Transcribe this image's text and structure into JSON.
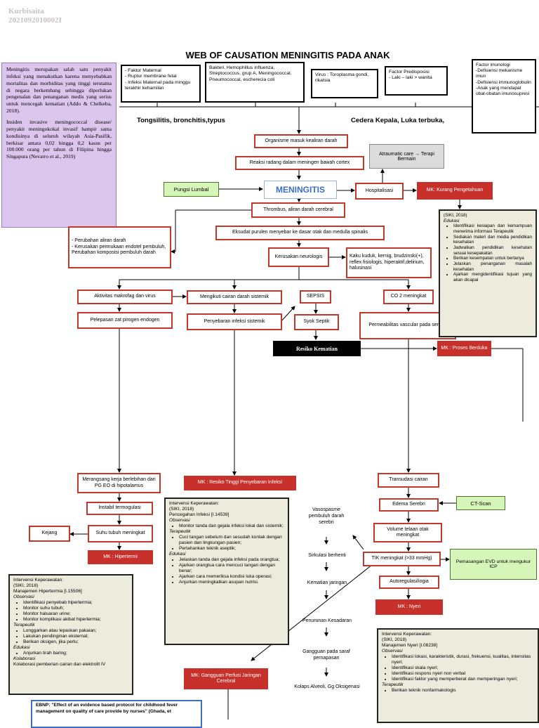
{
  "watermark": [
    "Kurbisaita",
    "2021092010002I"
  ],
  "title": "WEB OF CAUSATION MENINGITIS PADA ANAK",
  "intro": {
    "p1": "Meningitis merupakan salah satu penyakit infeksi yang menakutkan karena menyebabkan mortalitas dan morbiditas yang tinggi terutama di negara berkembang sehingga diperlukan pengenalan dan penanganan medis yang serius untuk mencegah kematian (Addo & Chelkeba, 2018).",
    "p2": "Insiden invasive meningococcal disease/ penyakit meningokokal invasif hampir sama kondisinya di seluruh wilayah Asia-Pasifik, berkisar antara 0,02 hingga 0,2 kasus per 100.000 orang per tahun di Filipina hingga Singapura (Nevarro et al., 2019)"
  },
  "causes": {
    "maternal": "- Faktor Maternal\n- Ruptur membrane fetal\n- Infeksi Maternal pada minggu terakhir kehamilan",
    "bacteria": "Bakteri, Hemophillus influenza, Streptococcus, grup A, Meningococcal, Pneumococcal, escherecia coli",
    "virus": "Virus : Toroplasma gondi, rikatsia",
    "predisposisi": "Factor Predisposisi\n- Laki – laki > wanita",
    "imunologi": "Factor imunologi\n-Defisiensi mekanisme imun\n-Defisiensi immunoglobulin\n-Anak yang mendapat obat-obatan imunosupresi"
  },
  "tongsilitis": "Tongsilitis, bronchitis,typus",
  "cedera": "Cedera Kepala, Luka terbuka,",
  "flow": {
    "organisme": "Organisme masuk kealiran darah",
    "reaksi": "Reaksi radang dalam meningen bawah cortex",
    "atraumatic": "Atraumatic care → Terapi Bermain",
    "pungsi": "Pungsi Lumbal",
    "meningitis": "MENINGITIS",
    "hospitalisasi": "Hospitalisasi",
    "mk_pengetahuan": "MK: Kurang Pengetahuan",
    "thrombus": "Thrombus, aliran darah cerebral",
    "perubahan": "- Perubahan aliran darah\n- Kerusakan permukaan endotel pembuluh, Perubahan komposisi pembuluh darah",
    "eksudat": "Eksudat purulen menyebar ke dasar otak dan medulla spinalis",
    "kerusakan": "Kerusakan neurologis",
    "kaku": "Kaku kuduk, kernig, brudzinski(+), reflex fisiologis, hiperaktif,delirium, halusinasi",
    "aktivitas": "Aktivitas makrofag dan virus",
    "mengikuti": "Mengikuti cairan darah sistemik",
    "sepsis": "SEPSIS",
    "co2": "CO 2 meningkat",
    "pelepasan": "Pelepasan zat pirogen endogen",
    "penyebaran": "Penyebaran infeksi sistemik",
    "syok": "Syok Septik",
    "permeabilitas": "Permeabilitas vascular pada serebri",
    "resiko_kematian": "Resiko Kematian",
    "mk_berduka": "MK : Proses Berduka",
    "merangsang": "Merangsang kerja berlebihan dari PG EO di hipotalamus",
    "mk_resiko": "MK : Resiko Tinggi Penyebaran Infeksi",
    "transudasi": "Transudasi cairan",
    "instabil": "Instabil termogulasi",
    "edema": "Edema Serebri",
    "ctscan": "CT-Scan",
    "kejang": "Kejang",
    "suhu": "Suhu tubuh meningkat",
    "volume": "Volume telaan otak meningkat",
    "tik": "TIK meningkat (>33 mmHg)",
    "evd": "Pemasangan EVD untuk mengukur ICP",
    "mk_hipertermi": "MK : Hipertermi",
    "autoregulasi": "Autoregulasi/iogia",
    "mk_nyeri": "MK : Nyeri",
    "mk_perfusi": "MK: Gangguan Perfusi Jaringan Cerebral",
    "vasospasme": "Vasospasme pembuluh darah serebri",
    "sirkulasi": "Sirkulasi berhenti",
    "kematian_jaringan": "Kematian jaringan",
    "penurunan": "Penurunan Kesadaran",
    "gangguan_saraf": "Gangguan pada saraf pernapasan",
    "kolaps": "Kolaps Alveoli, Gg Oksigenasi"
  },
  "siki_pengetahuan": {
    "head": "(SIKI, 2018)",
    "sub": "Edukasi",
    "items": [
      "Identifikasi kesiapan dan kemampuan menerima informasi Terapeutik",
      "Sediakan materi dan media pendidikan kesehatan",
      "Jadwalkan pendidikan kesehatan sesuai kesepakatan",
      "Berikan kesempatan untuk bertanya",
      "Jelaskan penanganan masalah kesehatan",
      "Ajarkan mengidentifikasi tujuan yang akan dicapai"
    ]
  },
  "intervensi_infeksi": {
    "h1": "Intervensi Keperawatan:",
    "h2": "(SIKI, 2018)",
    "h3": "Pencegahan Infeksi [I.14539]",
    "s1": "Observasi",
    "obs": [
      "Monitor tanda dan gejala infeksi lokal dan sistemik;"
    ],
    "s2": "Terapeutik",
    "ter": [
      "Cuci tangan sebelum dan sesudah kontak dengan pasien dan lingkungan pasien;",
      "Pertahankan teknik aseptik;"
    ],
    "s3": "Edukasi",
    "edu": [
      "Jelaskan tanda dan gejala infeksi pada orangtua;",
      "Ajarkan orangtua cara mencuci tangan dengan benar;",
      "Ajarkan cara memeriksa kondisi luka operasi;",
      "Anjurkan meningkatkan asupan nutrisi."
    ]
  },
  "intervensi_hipertermi": {
    "h1": "Intervensi Keperawatan:",
    "h2": "(SIKI, 2018)",
    "h3": "Manajemen Hipertermia [I.15506]",
    "s1": "Observasi",
    "obs": [
      "Identifikasi penyebab hipertermia;",
      "Monitor suhu tubuh;",
      "Monitor haluaran urine;",
      "Monitor komplikasi akibat hipertermia;"
    ],
    "s2": "Terapeutik",
    "ter": [
      "Longgarkan atau lepaskan pakaian;",
      "Lakukan pendinginan eksternal;",
      "Berikan oksigen, jika perlu;"
    ],
    "s3": "Edukasi",
    "edu": [
      "Anjurkan tirah baring;"
    ],
    "s4": "Kolaborasi",
    "kol": "Kolaborasi pemberian cairan dan elektrolit IV"
  },
  "intervensi_nyeri": {
    "h1": "Intervensi Keperawatan:",
    "h2": "(SIKI, 2018)",
    "h3": "Manajemen Nyeri [I.08238]",
    "s1": "Observasi",
    "obs": [
      "Identifikasi lokasi, karakteristik, durasi, frekuensi, kualitas, intensitas nyeri;",
      "Identifikasi skala nyeri;",
      "Identifikasi respons nyeri non verbal",
      "Identifikasi faktor yang memperberat dan memperingan nyeri;"
    ],
    "s2": "Terapeutik",
    "ter": [
      "Berikan teknik nonfarmakologis"
    ]
  },
  "ebnp": "EBNP: \"Effect of an evidence based protocol for childhood fever management on quality of care provide by nurses\" (Ghada, et"
}
